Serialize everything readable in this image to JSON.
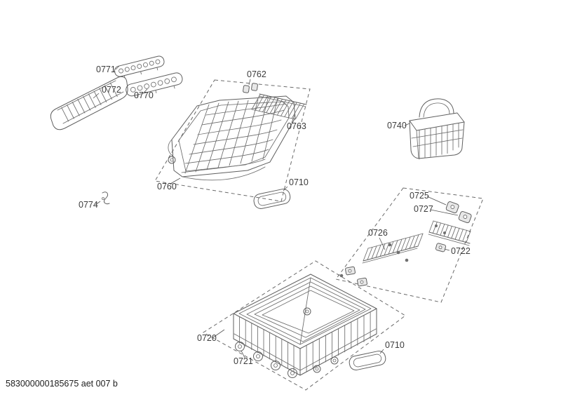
{
  "document": {
    "footer_code": "583000000185675 aet 007 b"
  },
  "colors": {
    "background": "#ffffff",
    "line": "#5f5f5f",
    "dashed_outline": "#6a6a6a",
    "label_text": "#3c3c3c"
  },
  "parts": [
    {
      "ref": "0771"
    },
    {
      "ref": "0772"
    },
    {
      "ref": "0770"
    },
    {
      "ref": "0762"
    },
    {
      "ref": "0763"
    },
    {
      "ref": "0760"
    },
    {
      "ref": "0710"
    },
    {
      "ref": "0774"
    },
    {
      "ref": "0740"
    },
    {
      "ref": "0725"
    },
    {
      "ref": "0727"
    },
    {
      "ref": "0726"
    },
    {
      "ref": "0722"
    },
    {
      "ref": "0720"
    },
    {
      "ref": "0721"
    },
    {
      "ref": "0710"
    }
  ]
}
